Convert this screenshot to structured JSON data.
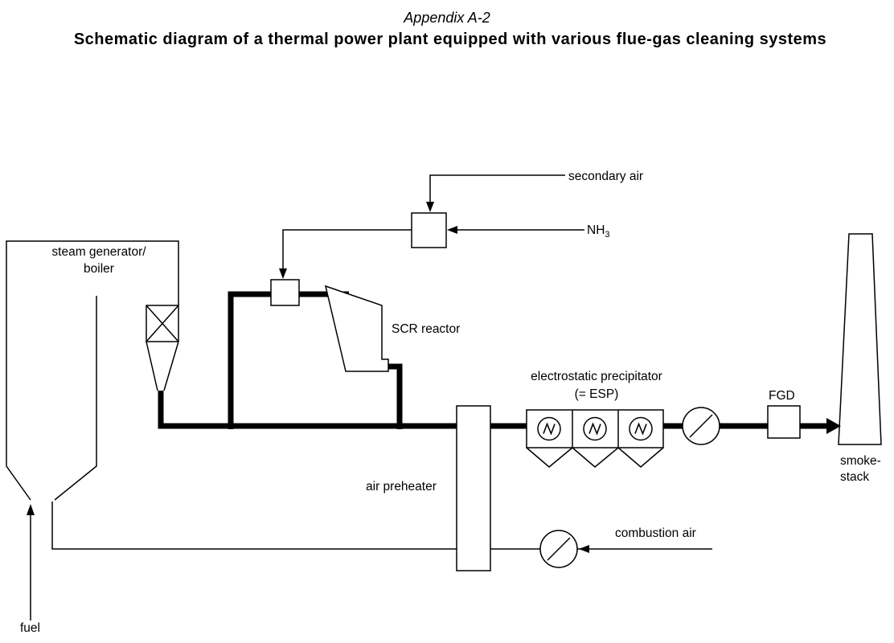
{
  "title": {
    "heading": "Appendix A-2",
    "subtitle": "Schematic diagram of a thermal power plant equipped with various flue-gas cleaning systems"
  },
  "labels": {
    "boiler_line1": "steam generator/",
    "boiler_line2": "boiler",
    "secondary_air": "secondary air",
    "nh3_main": "NH",
    "nh3_sub": "3",
    "scr_reactor": "SCR reactor",
    "esp_line1": "electrostatic precipitator",
    "esp_line2": "(= ESP)",
    "air_preheater": "air preheater",
    "combustion_air": "combustion air",
    "fgd": "FGD",
    "smokestack_line1": "smoke-",
    "smokestack_line2": "stack",
    "fuel": "fuel"
  },
  "colors": {
    "line": "#000000",
    "background": "#ffffff"
  }
}
